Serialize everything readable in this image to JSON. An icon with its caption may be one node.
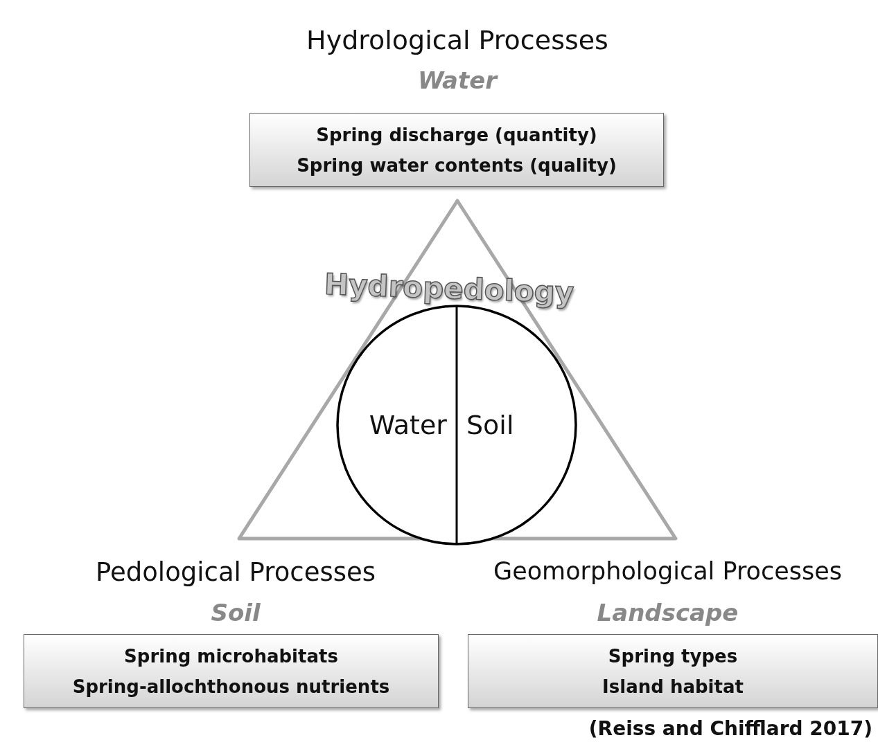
{
  "diagram": {
    "caption": "(Reiss and Chifflard 2017)",
    "nodes": [
      {
        "text": [
          "Hydrological Processes",
          "Water",
          "Spring discharge (quantity)",
          "Spring water contents (quality)"
        ]
      },
      {
        "text": [
          "Pedological Processes",
          "Soil",
          "Spring microhabitats",
          "Spring-allochthonous nutrients"
        ]
      },
      {
        "text": [
          "Geomorphological Processes",
          "Landscape",
          "Spring types",
          "Island habitat"
        ]
      },
      {
        "text": [
          "Water",
          "Soil"
        ]
      }
    ],
    "labels": [
      "Hydropedology"
    ]
  }
}
